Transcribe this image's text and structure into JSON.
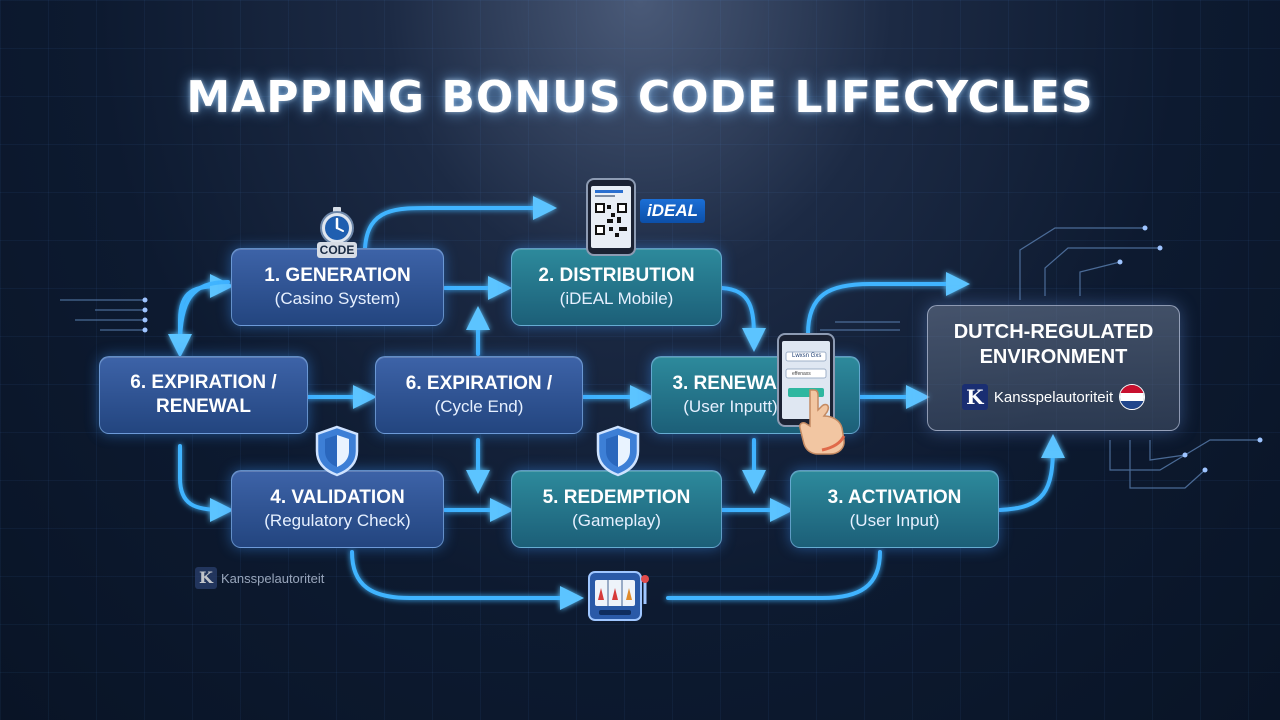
{
  "title": "MAPPING BONUS CODE LIFECYCLES",
  "nodes": {
    "generation": {
      "label": "1. GENERATION",
      "sub": "(Casino System)"
    },
    "distribution": {
      "label": "2. DISTRIBUTION",
      "sub": "(iDEAL Mobile)"
    },
    "expiration_renewal": {
      "label": "6. EXPIRATION /",
      "sub": "RENEWAL"
    },
    "expiration_cycle": {
      "label": "6. EXPIRATION /",
      "sub": "(Cycle End)"
    },
    "renewal": {
      "label": "3. RENEWAL",
      "sub": "(User Inputt)"
    },
    "validation": {
      "label": "4. VALIDATION",
      "sub": "(Regulatory Check)"
    },
    "redemption": {
      "label": "5. REDEMPTION",
      "sub": "(Gameplay)"
    },
    "activation": {
      "label": "3. ACTIVATION",
      "sub": "(User Input)"
    }
  },
  "environment": {
    "title_line1": "DUTCH-REGULATED",
    "title_line2": "ENVIRONMENT",
    "regulator": "Kansspelautoriteit"
  },
  "regulator_small": "Kansspelautoriteit",
  "badges": {
    "ideal": "iDEAL",
    "code": "CODE"
  },
  "phone_screen": {
    "line1": "Lwxsn Gxs",
    "line2": "effenaxs"
  },
  "icons": [
    "stopwatch-icon",
    "phone-qr-icon",
    "shield-icon",
    "phone-hand-icon",
    "slot-machine-icon",
    "flag-nl-icon"
  ],
  "colors": {
    "flow": "#3fb4ff",
    "flow_glow": "#7fd4ff",
    "node_blue": "#2f56a0",
    "node_teal": "#24788e",
    "flag_red": "#c8102e",
    "flag_white": "#ffffff",
    "flag_blue": "#21468b"
  }
}
